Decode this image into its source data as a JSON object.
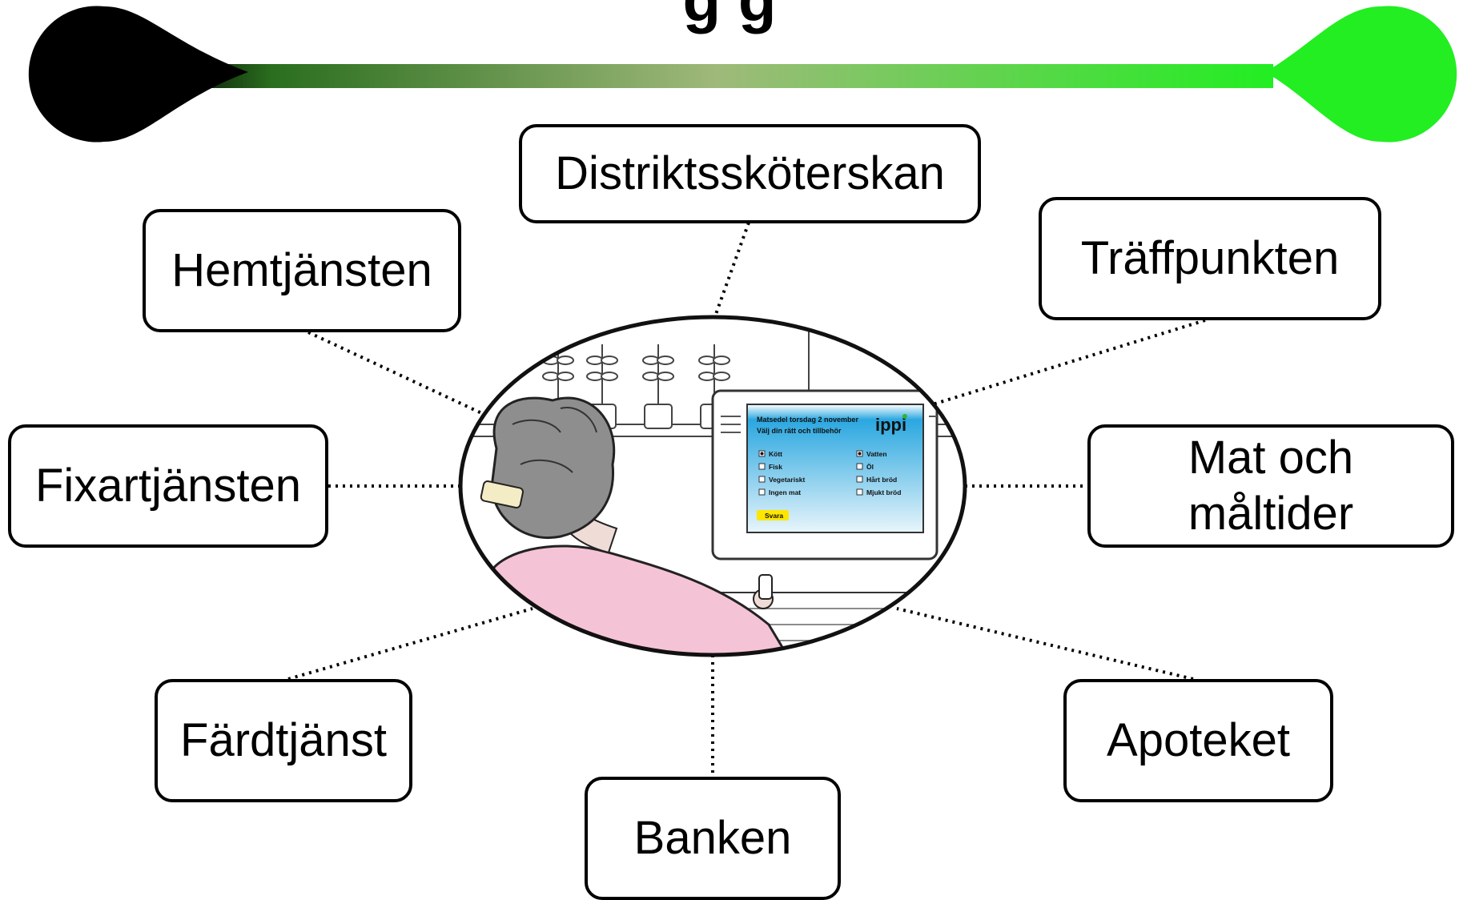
{
  "header": {
    "title_partial": "g                      g"
  },
  "timeline": {
    "start_color": "#000000",
    "end_color": "#22ee22",
    "mid_color": "#9fb97a"
  },
  "center": {
    "screen_header_line1": "Matsedel torsdag 2 november",
    "screen_header_line2": "Välj din rätt och tillbehör",
    "brand": "ippi",
    "options_left": [
      "Kött",
      "Fisk",
      "Vegetariskt",
      "Ingen mat"
    ],
    "options_right": [
      "Vatten",
      "Öl",
      "Hårt bröd",
      "Mjukt bröd"
    ],
    "submit_label": "Svara"
  },
  "nodes": {
    "distrikt": "Distriktssköterskan",
    "hemtjansten": "Hemtjänsten",
    "traffpunkten": "Träffpunkten",
    "fixartjansten": "Fixartjänsten",
    "mat_line1": "Mat och",
    "mat_line2": "måltider",
    "fardtjanst": "Färdtjänst",
    "apoteket": "Apoteket",
    "banken": "Banken"
  }
}
